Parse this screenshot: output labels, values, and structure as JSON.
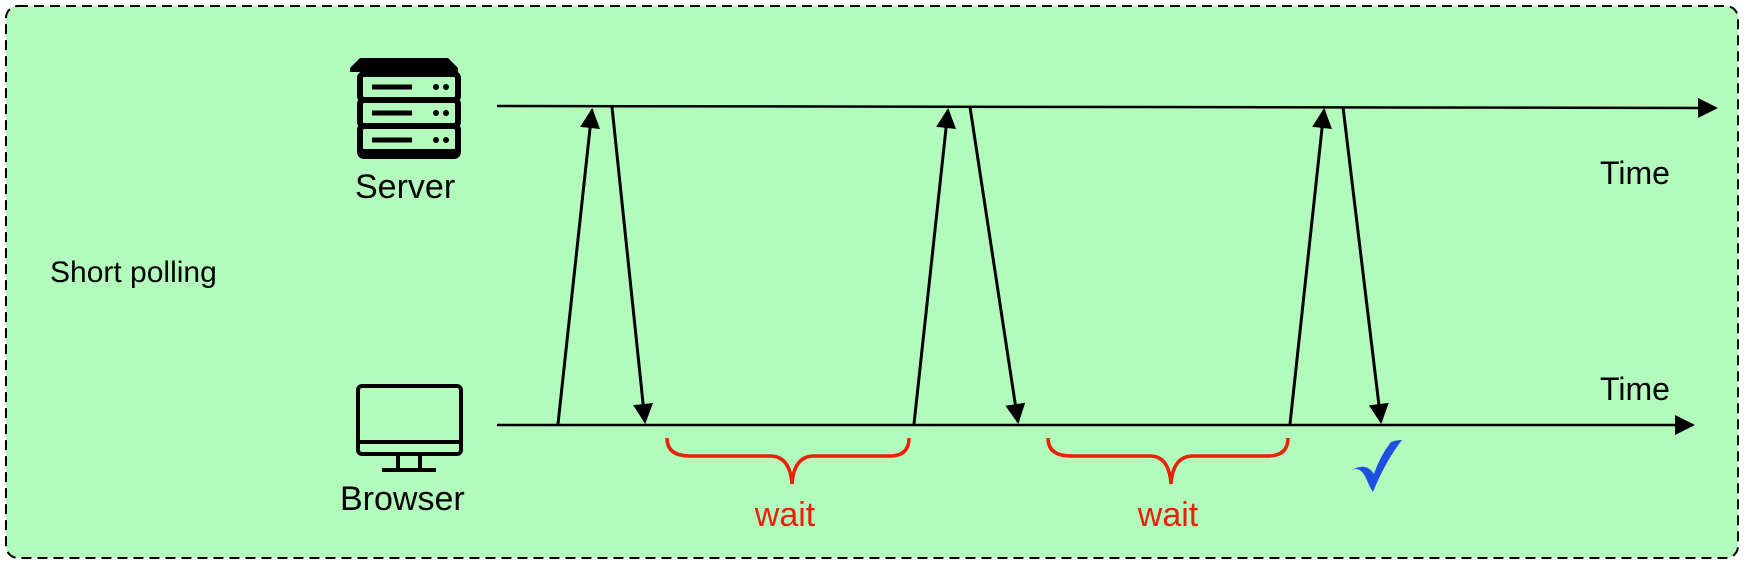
{
  "title": "Short polling",
  "server": {
    "label": "Server",
    "icon": "server-rack-icon"
  },
  "browser": {
    "label": "Browser",
    "icon": "desktop-monitor-icon"
  },
  "timeline": {
    "server_axis_label": "Time",
    "browser_axis_label": "Time"
  },
  "wait_labels": [
    "wait",
    "wait"
  ],
  "success_mark": {
    "glyph": "✓",
    "icon": "checkmark-icon"
  },
  "colors": {
    "background": "#b3fbbd",
    "border": "#000000",
    "arrow": "#000000",
    "wait": "#e8200c",
    "check": "#1f4fe0"
  }
}
